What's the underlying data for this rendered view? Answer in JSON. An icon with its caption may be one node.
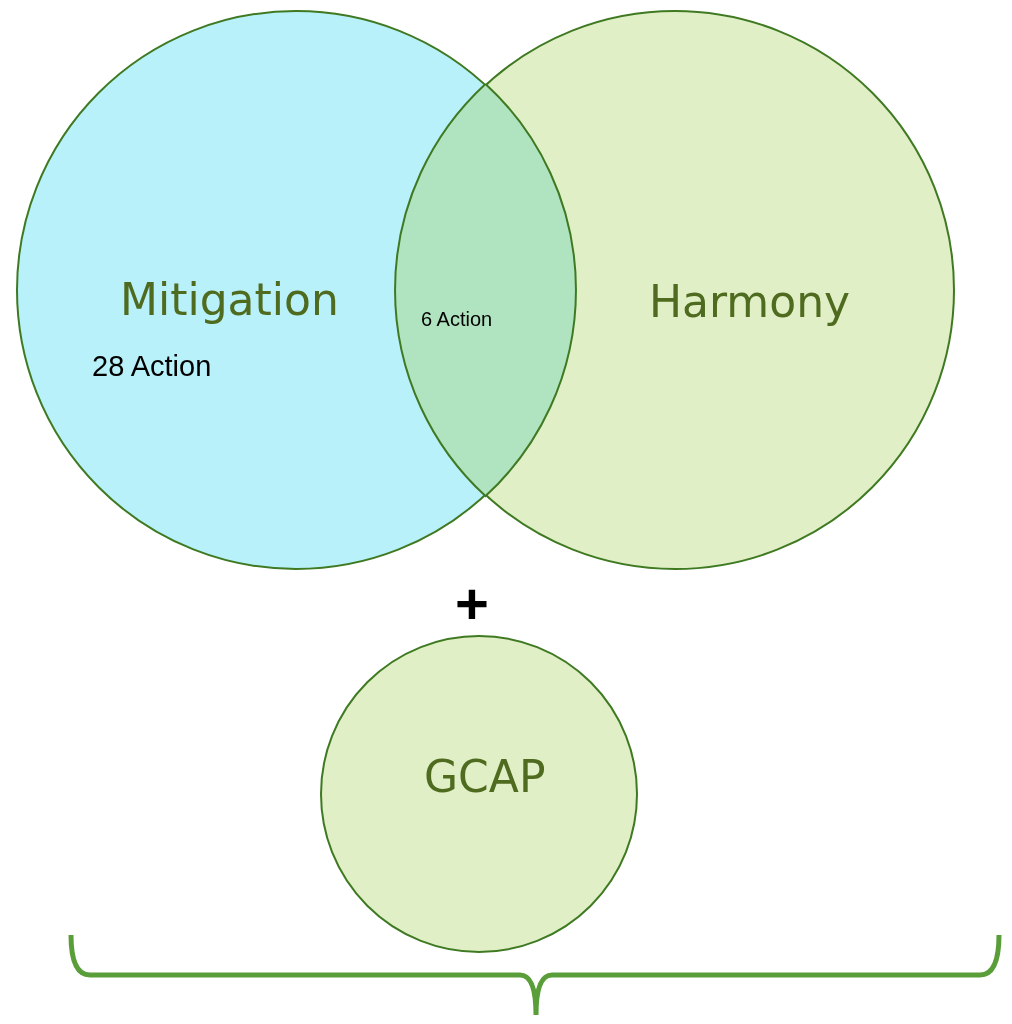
{
  "diagram": {
    "nodes": [
      {
        "text": [
          "Mitigation",
          "28 Action"
        ]
      },
      {
        "text": [
          "Harmony"
        ]
      },
      {
        "text": [
          "6 Action"
        ]
      },
      {
        "text": [
          "GCAP"
        ]
      }
    ],
    "labels": [
      "+"
    ]
  }
}
